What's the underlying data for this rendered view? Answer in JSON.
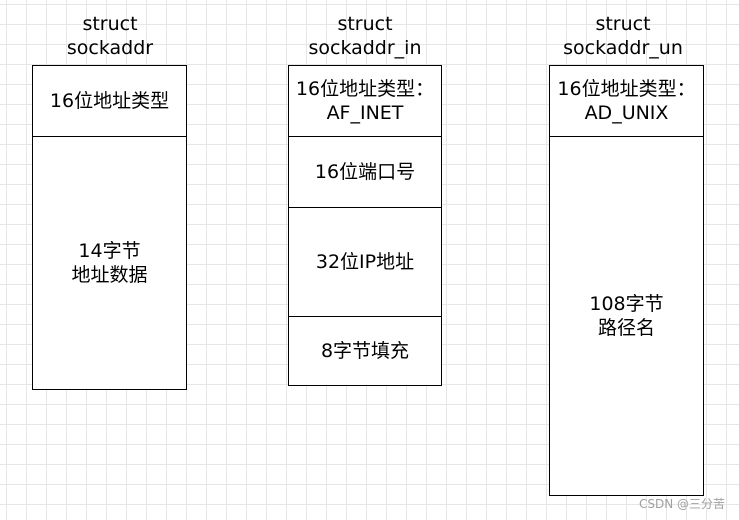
{
  "structs": [
    {
      "title_line1": "struct",
      "title_line2": "sockaddr",
      "fields": [
        "16位地址类型",
        "14字节\n地址数据"
      ]
    },
    {
      "title_line1": "struct",
      "title_line2": "sockaddr_in",
      "fields": [
        "16位地址类型：\nAF_INET",
        "16位端口号",
        "32位IP地址",
        "8字节填充"
      ]
    },
    {
      "title_line1": "struct",
      "title_line2": "sockaddr_un",
      "fields": [
        "16位地址类型：\nAD_UNIX",
        "108字节\n路径名"
      ]
    }
  ],
  "watermark": "CSDN @三分苦"
}
